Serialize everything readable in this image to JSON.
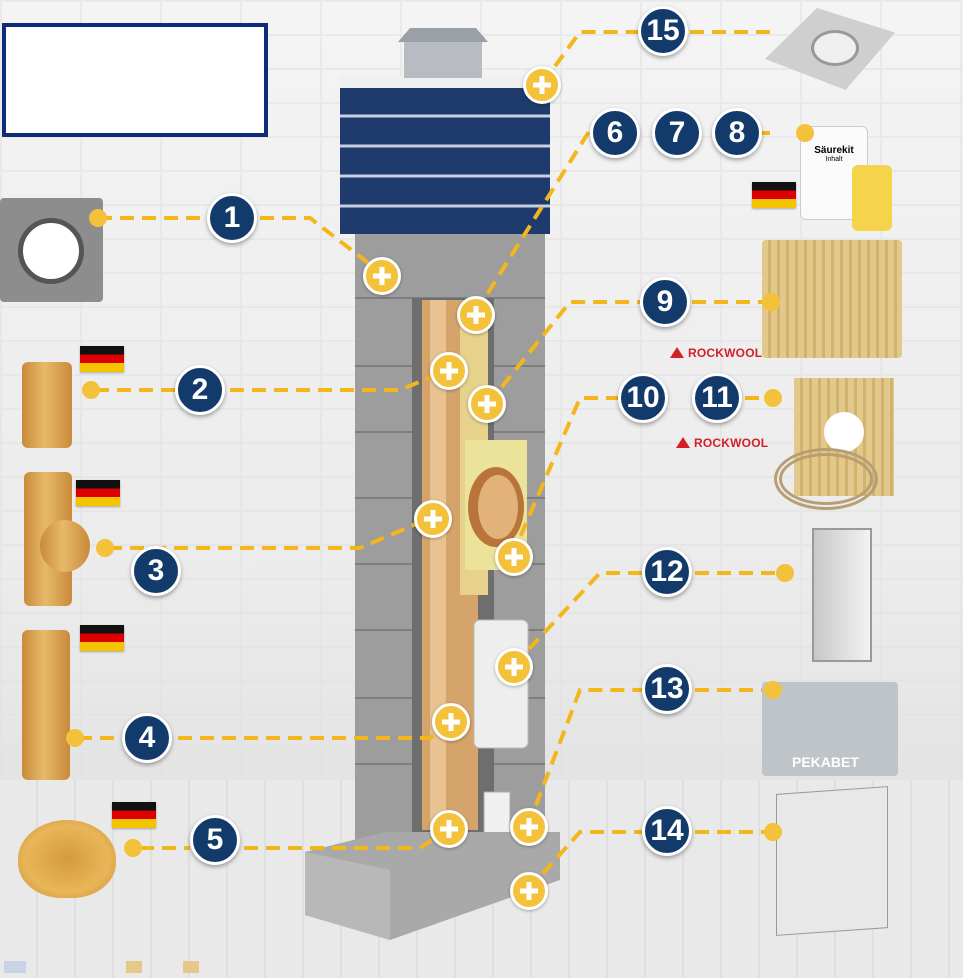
{
  "title_box": "",
  "numbers": [
    "1",
    "2",
    "3",
    "4",
    "5",
    "6",
    "7",
    "8",
    "9",
    "10",
    "11",
    "12",
    "13",
    "14",
    "15"
  ],
  "brands": {
    "rockwool_1": "ROCKWOOL",
    "rockwool_2": "ROCKWOOL",
    "pekabet": "PEKABET"
  },
  "products": {
    "jar_label": "Säurekit",
    "jar_sub": "Inhalt"
  },
  "colors": {
    "accent": "#f3c13a",
    "badge": "#123a6b",
    "frame": "#0d2c7a",
    "flag_black": "#111111",
    "flag_red": "#dd0000",
    "flag_gold": "#f5c400"
  },
  "icons": [
    "plus-icon",
    "number-badge",
    "german-flag-icon",
    "rockwool-logo",
    "pekabet-logo"
  ]
}
